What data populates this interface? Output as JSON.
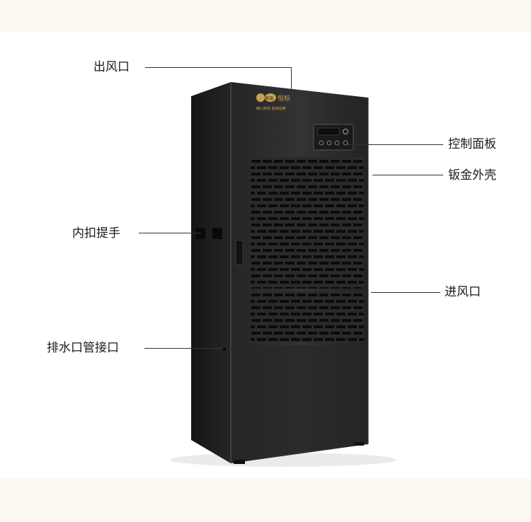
{
  "product": {
    "brand_mark": "恒温",
    "brand_name": "恒标",
    "brand_tagline": "精心制造 值得信赖"
  },
  "callouts": {
    "outlet": "出风口",
    "control_panel": "控制面板",
    "sheet_metal_shell": "钣金外壳",
    "inner_handle": "内扣提手",
    "inlet": "进风口",
    "drain_connector": "排水口管接口"
  },
  "colors": {
    "cabinet_front": "#2b2b2d",
    "cabinet_side": "#1c1c1e",
    "brand_gold": "#c9a04a",
    "background_band": "#fdf8f2"
  }
}
